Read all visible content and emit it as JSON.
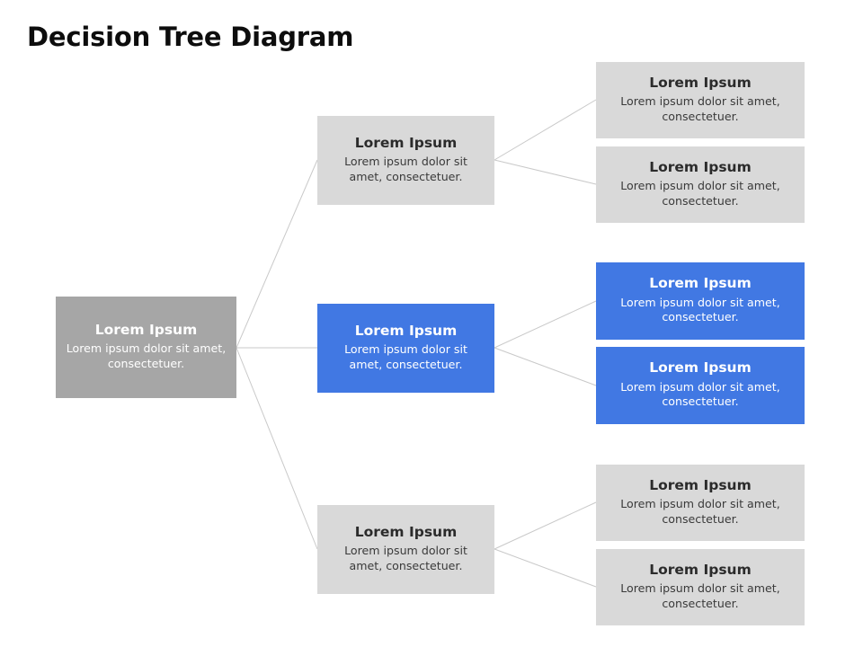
{
  "page": {
    "title": "Decision Tree Diagram",
    "background": "#ffffff"
  },
  "colors": {
    "root_fill": "#a6a6a6",
    "node_gray_fill": "#d9d9d9",
    "node_blue_fill": "#4178e3",
    "connector": "#c9c9c9",
    "title_text": "#0d0d0d",
    "text_on_dark": "#ffffff",
    "text_on_light": "#2b2b2b"
  },
  "tree": {
    "root": {
      "id": "root",
      "style": "gray-dark",
      "heading": "Lorem Ipsum",
      "description": "Lorem ipsum dolor sit amet, consectetuer."
    },
    "branches": [
      {
        "id": "branch-1",
        "style": "gray-light",
        "heading": "Lorem Ipsum",
        "description": "Lorem ipsum dolor sit amet, consectetuer.",
        "leaves": [
          {
            "id": "branch-1-leaf-1",
            "style": "gray-light",
            "heading": "Lorem Ipsum",
            "description": "Lorem ipsum dolor sit amet, consectetuer."
          },
          {
            "id": "branch-1-leaf-2",
            "style": "gray-light",
            "heading": "Lorem Ipsum",
            "description": "Lorem ipsum dolor sit amet, consectetuer."
          }
        ]
      },
      {
        "id": "branch-2",
        "style": "blue",
        "heading": "Lorem Ipsum",
        "description": "Lorem ipsum dolor sit amet, consectetuer.",
        "leaves": [
          {
            "id": "branch-2-leaf-1",
            "style": "blue",
            "heading": "Lorem Ipsum",
            "description": "Lorem ipsum dolor sit amet, consectetuer."
          },
          {
            "id": "branch-2-leaf-2",
            "style": "blue",
            "heading": "Lorem Ipsum",
            "description": "Lorem ipsum dolor sit amet, consectetuer."
          }
        ]
      },
      {
        "id": "branch-3",
        "style": "gray-light",
        "heading": "Lorem Ipsum",
        "description": "Lorem ipsum dolor sit amet, consectetuer.",
        "leaves": [
          {
            "id": "branch-3-leaf-1",
            "style": "gray-light",
            "heading": "Lorem Ipsum",
            "description": "Lorem ipsum dolor sit amet, consectetuer."
          },
          {
            "id": "branch-3-leaf-2",
            "style": "gray-light",
            "heading": "Lorem Ipsum",
            "description": "Lorem ipsum dolor sit amet, consectetuer."
          }
        ]
      }
    ]
  }
}
